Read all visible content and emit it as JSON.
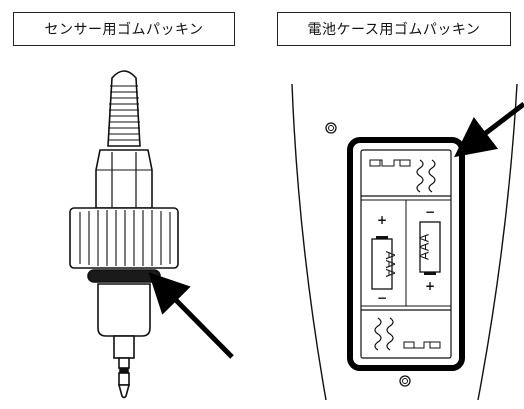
{
  "labels": {
    "sensor_gasket": "センサー用ゴムパッキン",
    "battery_gasket": "電池ケース用ゴムパッキン"
  },
  "battery_case": {
    "battery_left": {
      "type": "AAA",
      "top_polarity": "+",
      "bottom_polarity": "−"
    },
    "battery_right": {
      "type": "AAA",
      "top_polarity": "−",
      "bottom_polarity": "+"
    }
  },
  "colors": {
    "line": "#111111",
    "background": "#ffffff",
    "highlight": "#000000"
  }
}
